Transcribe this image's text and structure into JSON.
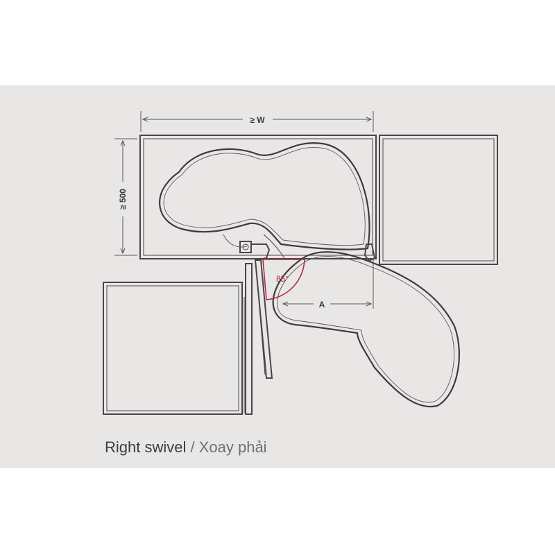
{
  "diagram": {
    "dimension_width": "≥ W",
    "dimension_depth": "≥ 500",
    "dimension_a": "A",
    "angle_label": "85°"
  },
  "caption": {
    "primary": "Right swivel",
    "separator": " / ",
    "secondary": "Xoay phải"
  }
}
